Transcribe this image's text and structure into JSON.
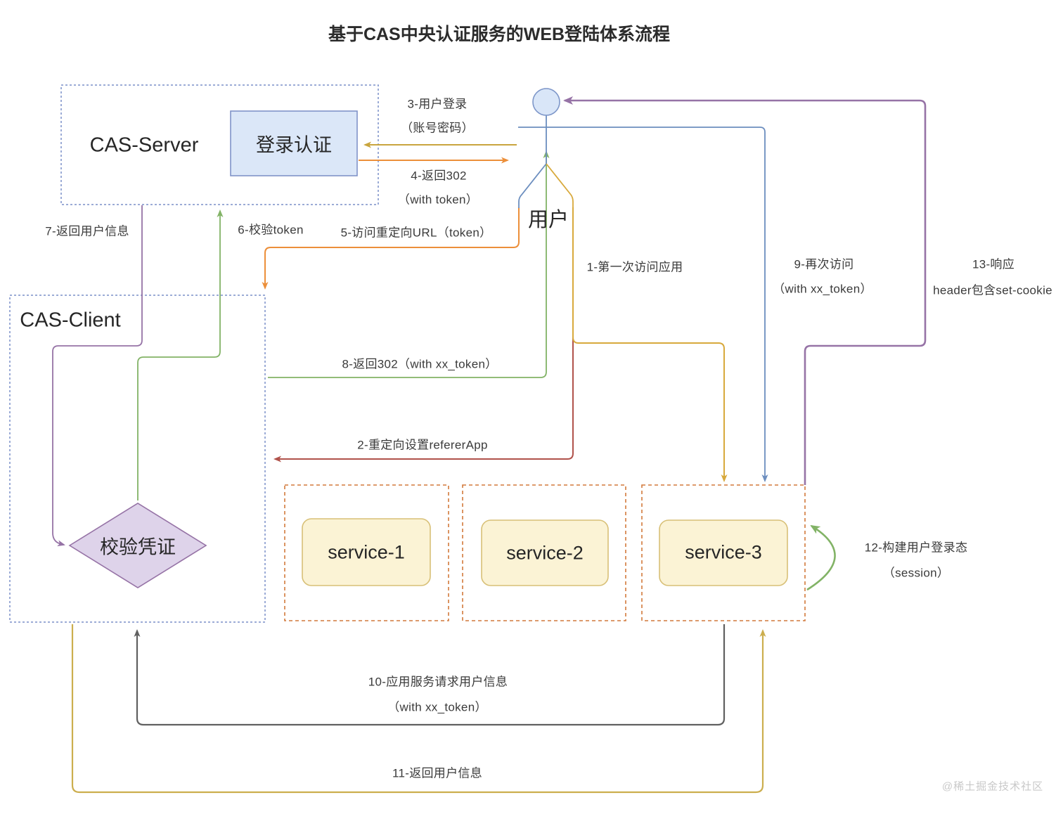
{
  "title": "基于CAS中央认证服务的WEB登陆体系流程",
  "nodes": {
    "cas_server": "CAS-Server",
    "login_auth": "登录认证",
    "cas_client": "CAS-Client",
    "verify_cred": "校验凭证",
    "user": "用户",
    "service_1": "service-1",
    "service_2": "service-2",
    "service_3": "service-3"
  },
  "flows": {
    "f1": "1-第一次访问应用",
    "f2": "2-重定向设置refererApp",
    "f3": "3-用户登录",
    "f3_sub": "（账号密码）",
    "f4": "4-返回302",
    "f4_sub": "（with token）",
    "f5": "5-访问重定向URL（token）",
    "f6": "6-校验token",
    "f7": "7-返回用户信息",
    "f8": "8-返回302（with xx_token）",
    "f9": "9-再次访问",
    "f9_sub": "（with xx_token）",
    "f10": "10-应用服务请求用户信息",
    "f10_sub": "（with xx_token）",
    "f11": "11-返回用户信息",
    "f12": "12-构建用户登录态",
    "f12_sub": "（session）",
    "f13": "13-响应",
    "f13_sub": "header包含set-cookie"
  },
  "watermark": "@稀土掘金技术社区",
  "colors": {
    "purple": "#9673a6",
    "green": "#82b366",
    "orange": "#ec8f3a",
    "gold": "#d8a93c",
    "mustard": "#c9a53e",
    "blue": "#6c8ebf",
    "red": "#b0524b",
    "gray": "#606060",
    "yellow": "#ccae4e",
    "login_box_fill": "#dbe7f8",
    "service_box_fill": "#fbf3d5",
    "diamond_fill": "#ded3ea",
    "container_dash_blue": "#7a8fc9",
    "container_dash_orange": "#d2793b"
  }
}
